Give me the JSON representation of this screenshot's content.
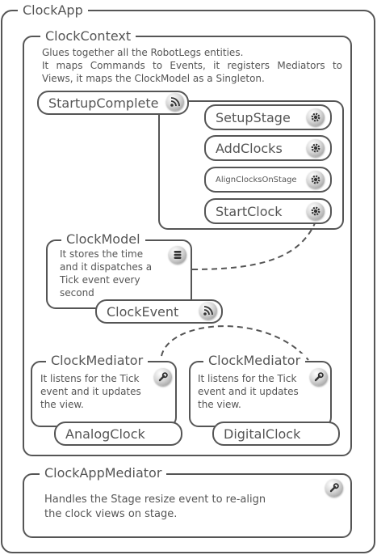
{
  "app": {
    "title": "ClockApp"
  },
  "context": {
    "title": "ClockContext",
    "description_lines": [
      "Glues together all the RobotLegs entities.",
      "It maps Commands to Events, it registers Mediators to",
      "Views, it maps the ClockModel as a Singleton."
    ]
  },
  "startup": {
    "event_label": "StartupComplete",
    "commands": [
      "SetupStage",
      "AddClocks",
      "AlignClocksOnStage",
      "StartClock"
    ]
  },
  "model": {
    "title": "ClockModel",
    "description_lines": [
      "It stores the time",
      "and it dispatches a",
      "Tick event every",
      "second"
    ],
    "event_label": "ClockEvent"
  },
  "mediators": [
    {
      "title": "ClockMediator",
      "description_lines": [
        "It listens for the Tick",
        "event and it updates",
        "the view."
      ],
      "view_label": "AnalogClock"
    },
    {
      "title": "ClockMediator",
      "description_lines": [
        "It listens for the Tick",
        "event and it updates",
        "the view."
      ],
      "view_label": "DigitalClock"
    }
  ],
  "app_mediator": {
    "title": "ClockAppMediator",
    "description_lines": [
      "Handles the Stage resize event to re-align",
      "the clock views on stage."
    ]
  },
  "icons": {
    "event": "rss-icon",
    "command": "gear-icon",
    "model": "database-icon",
    "mediator": "wrench-icon"
  }
}
